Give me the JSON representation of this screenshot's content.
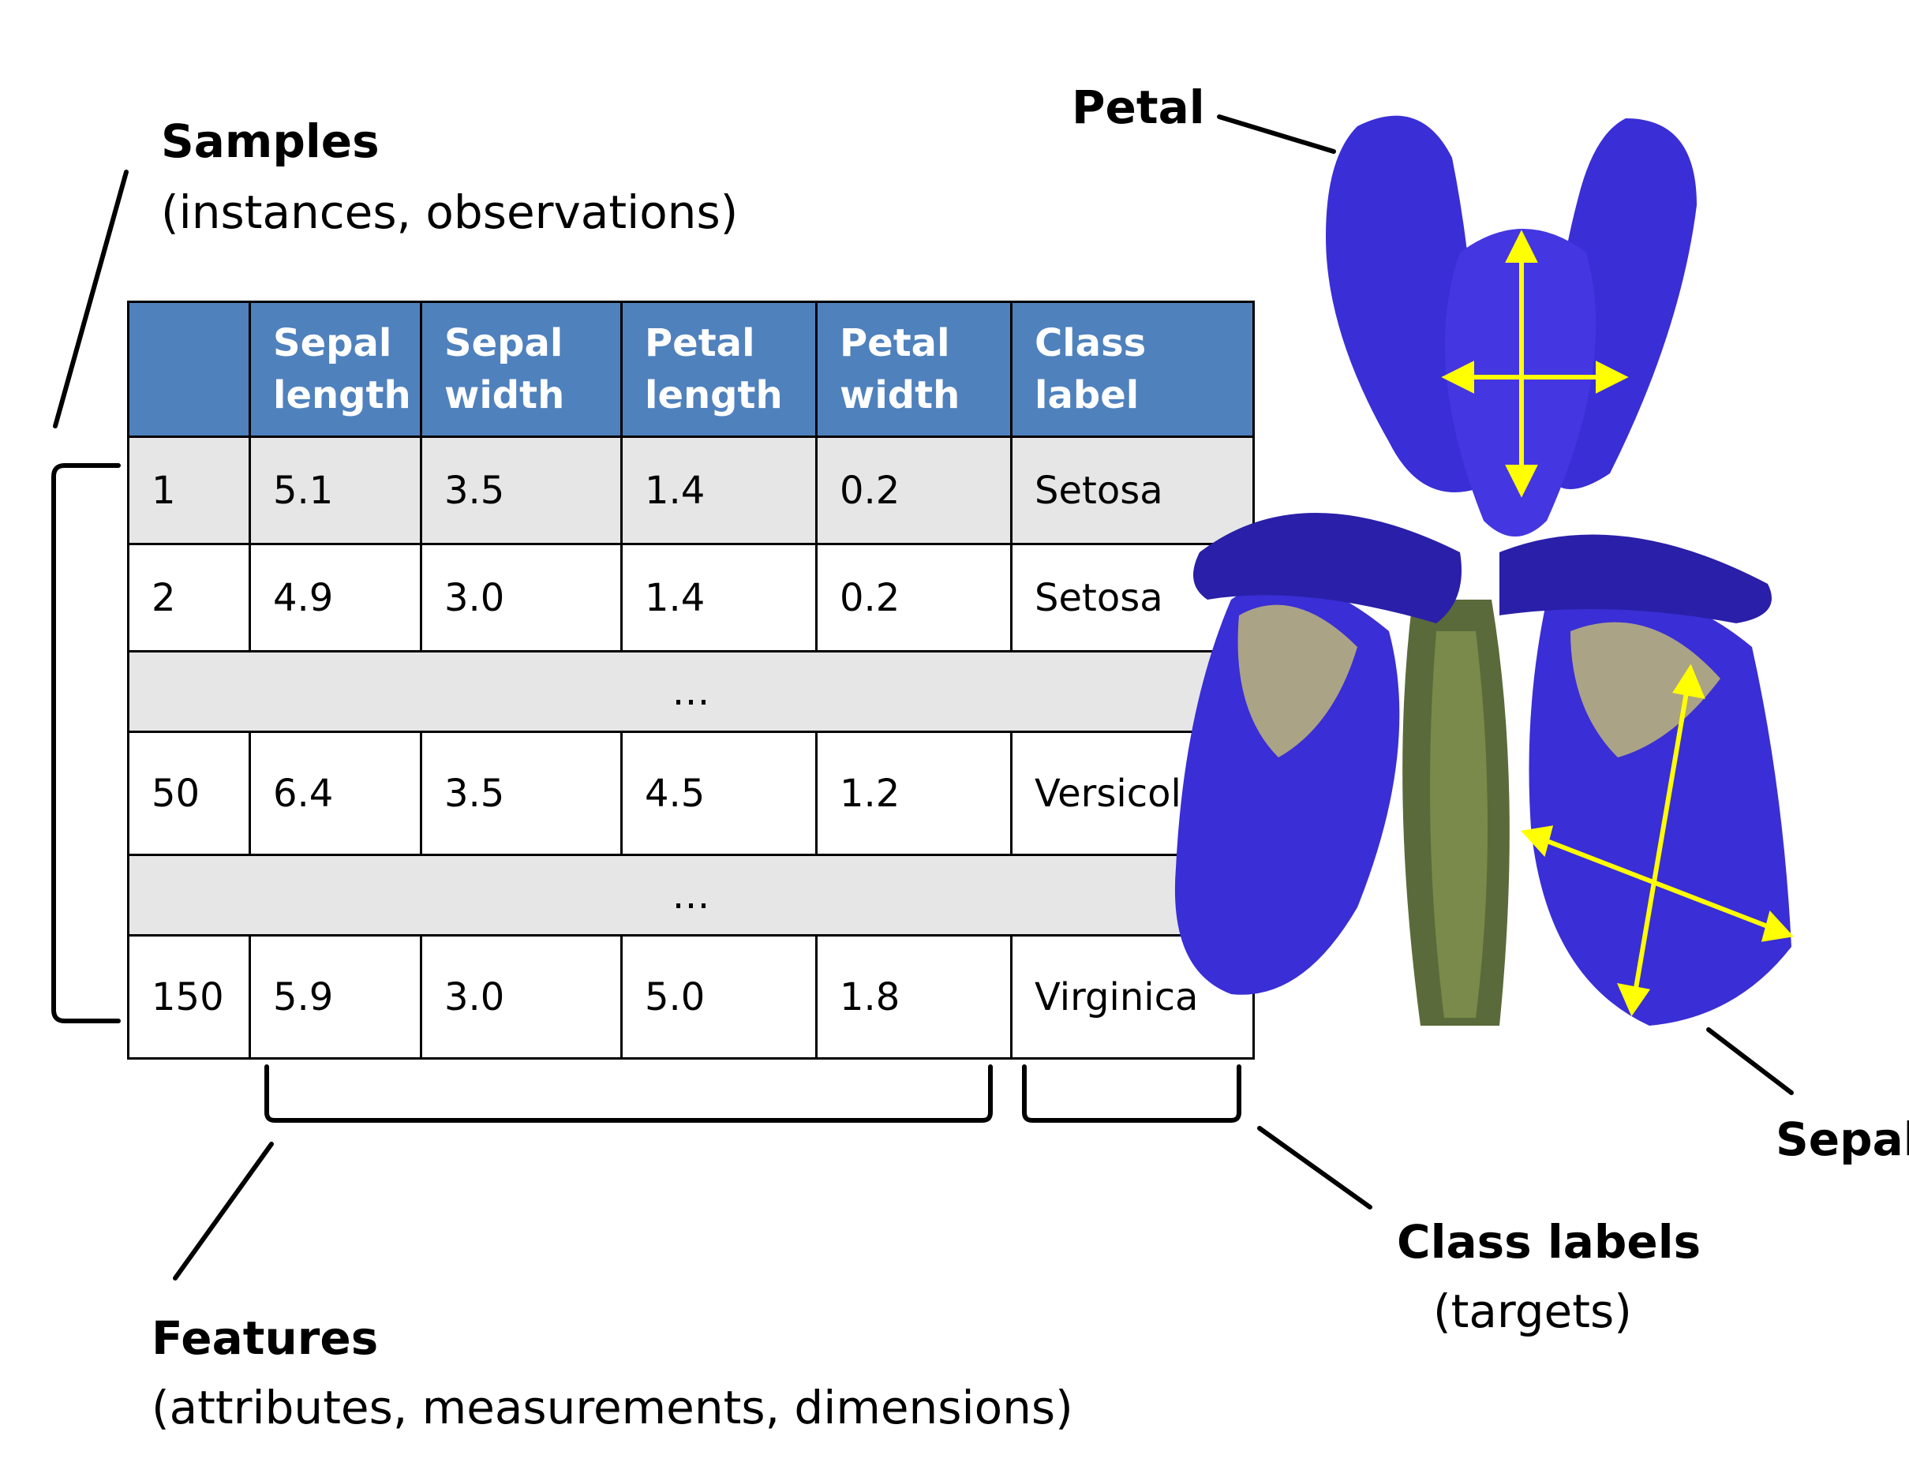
{
  "annotations": {
    "samples": {
      "title": "Samples",
      "subtitle": "(instances, observations)"
    },
    "features": {
      "title": "Features",
      "subtitle": "(attributes, measurements, dimensions)"
    },
    "class_labels": {
      "title": "Class labels",
      "subtitle": "(targets)"
    },
    "petal": "Petal",
    "sepal": "Sepal"
  },
  "table": {
    "headers": [
      [
        "",
        ""
      ],
      [
        "Sepal",
        "length"
      ],
      [
        "Sepal",
        "width"
      ],
      [
        "Petal",
        "length"
      ],
      [
        "Petal",
        "width"
      ],
      [
        "Class",
        "label"
      ]
    ],
    "rows": [
      {
        "cells": [
          "1",
          "5.1",
          "3.5",
          "1.4",
          "0.2",
          "Setosa"
        ]
      },
      {
        "cells": [
          "2",
          "4.9",
          "3.0",
          "1.4",
          "0.2",
          "Setosa"
        ]
      },
      {
        "ellipsis": "…"
      },
      {
        "cells": [
          "50",
          "6.4",
          "3.5",
          "4.5",
          "1.2",
          "Versicolor"
        ]
      },
      {
        "ellipsis": "…"
      },
      {
        "cells": [
          "150",
          "5.9",
          "3.0",
          "5.0",
          "1.8",
          "Virginica"
        ]
      }
    ]
  },
  "colors": {
    "header_fill": "#4f81bd",
    "row_shade": "#e6e6e6",
    "flower_petal": "#3a2ed6",
    "flower_dark": "#2a1fa8",
    "measure_arrow": "#ffff00"
  }
}
